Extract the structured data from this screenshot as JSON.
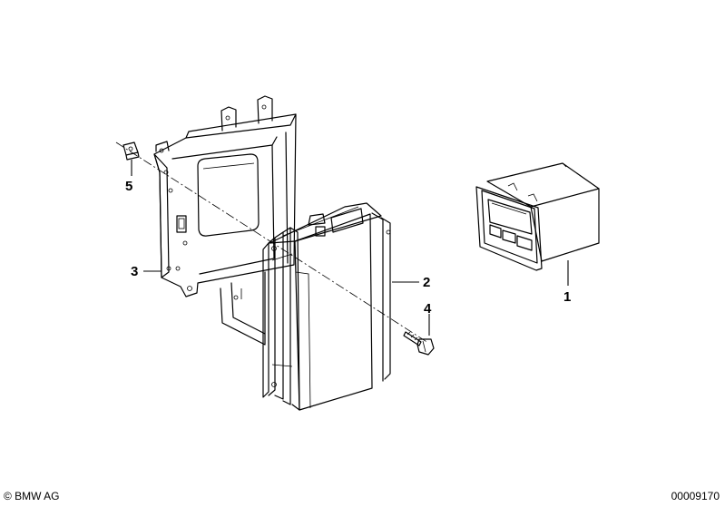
{
  "callouts": {
    "part_1": "1",
    "part_2": "2",
    "part_3": "3",
    "part_4": "4",
    "part_5": "5"
  },
  "footer": {
    "copyright": "© BMW AG",
    "diagram_id": "00009170"
  },
  "colors": {
    "line": "#000000",
    "background": "#ffffff"
  }
}
